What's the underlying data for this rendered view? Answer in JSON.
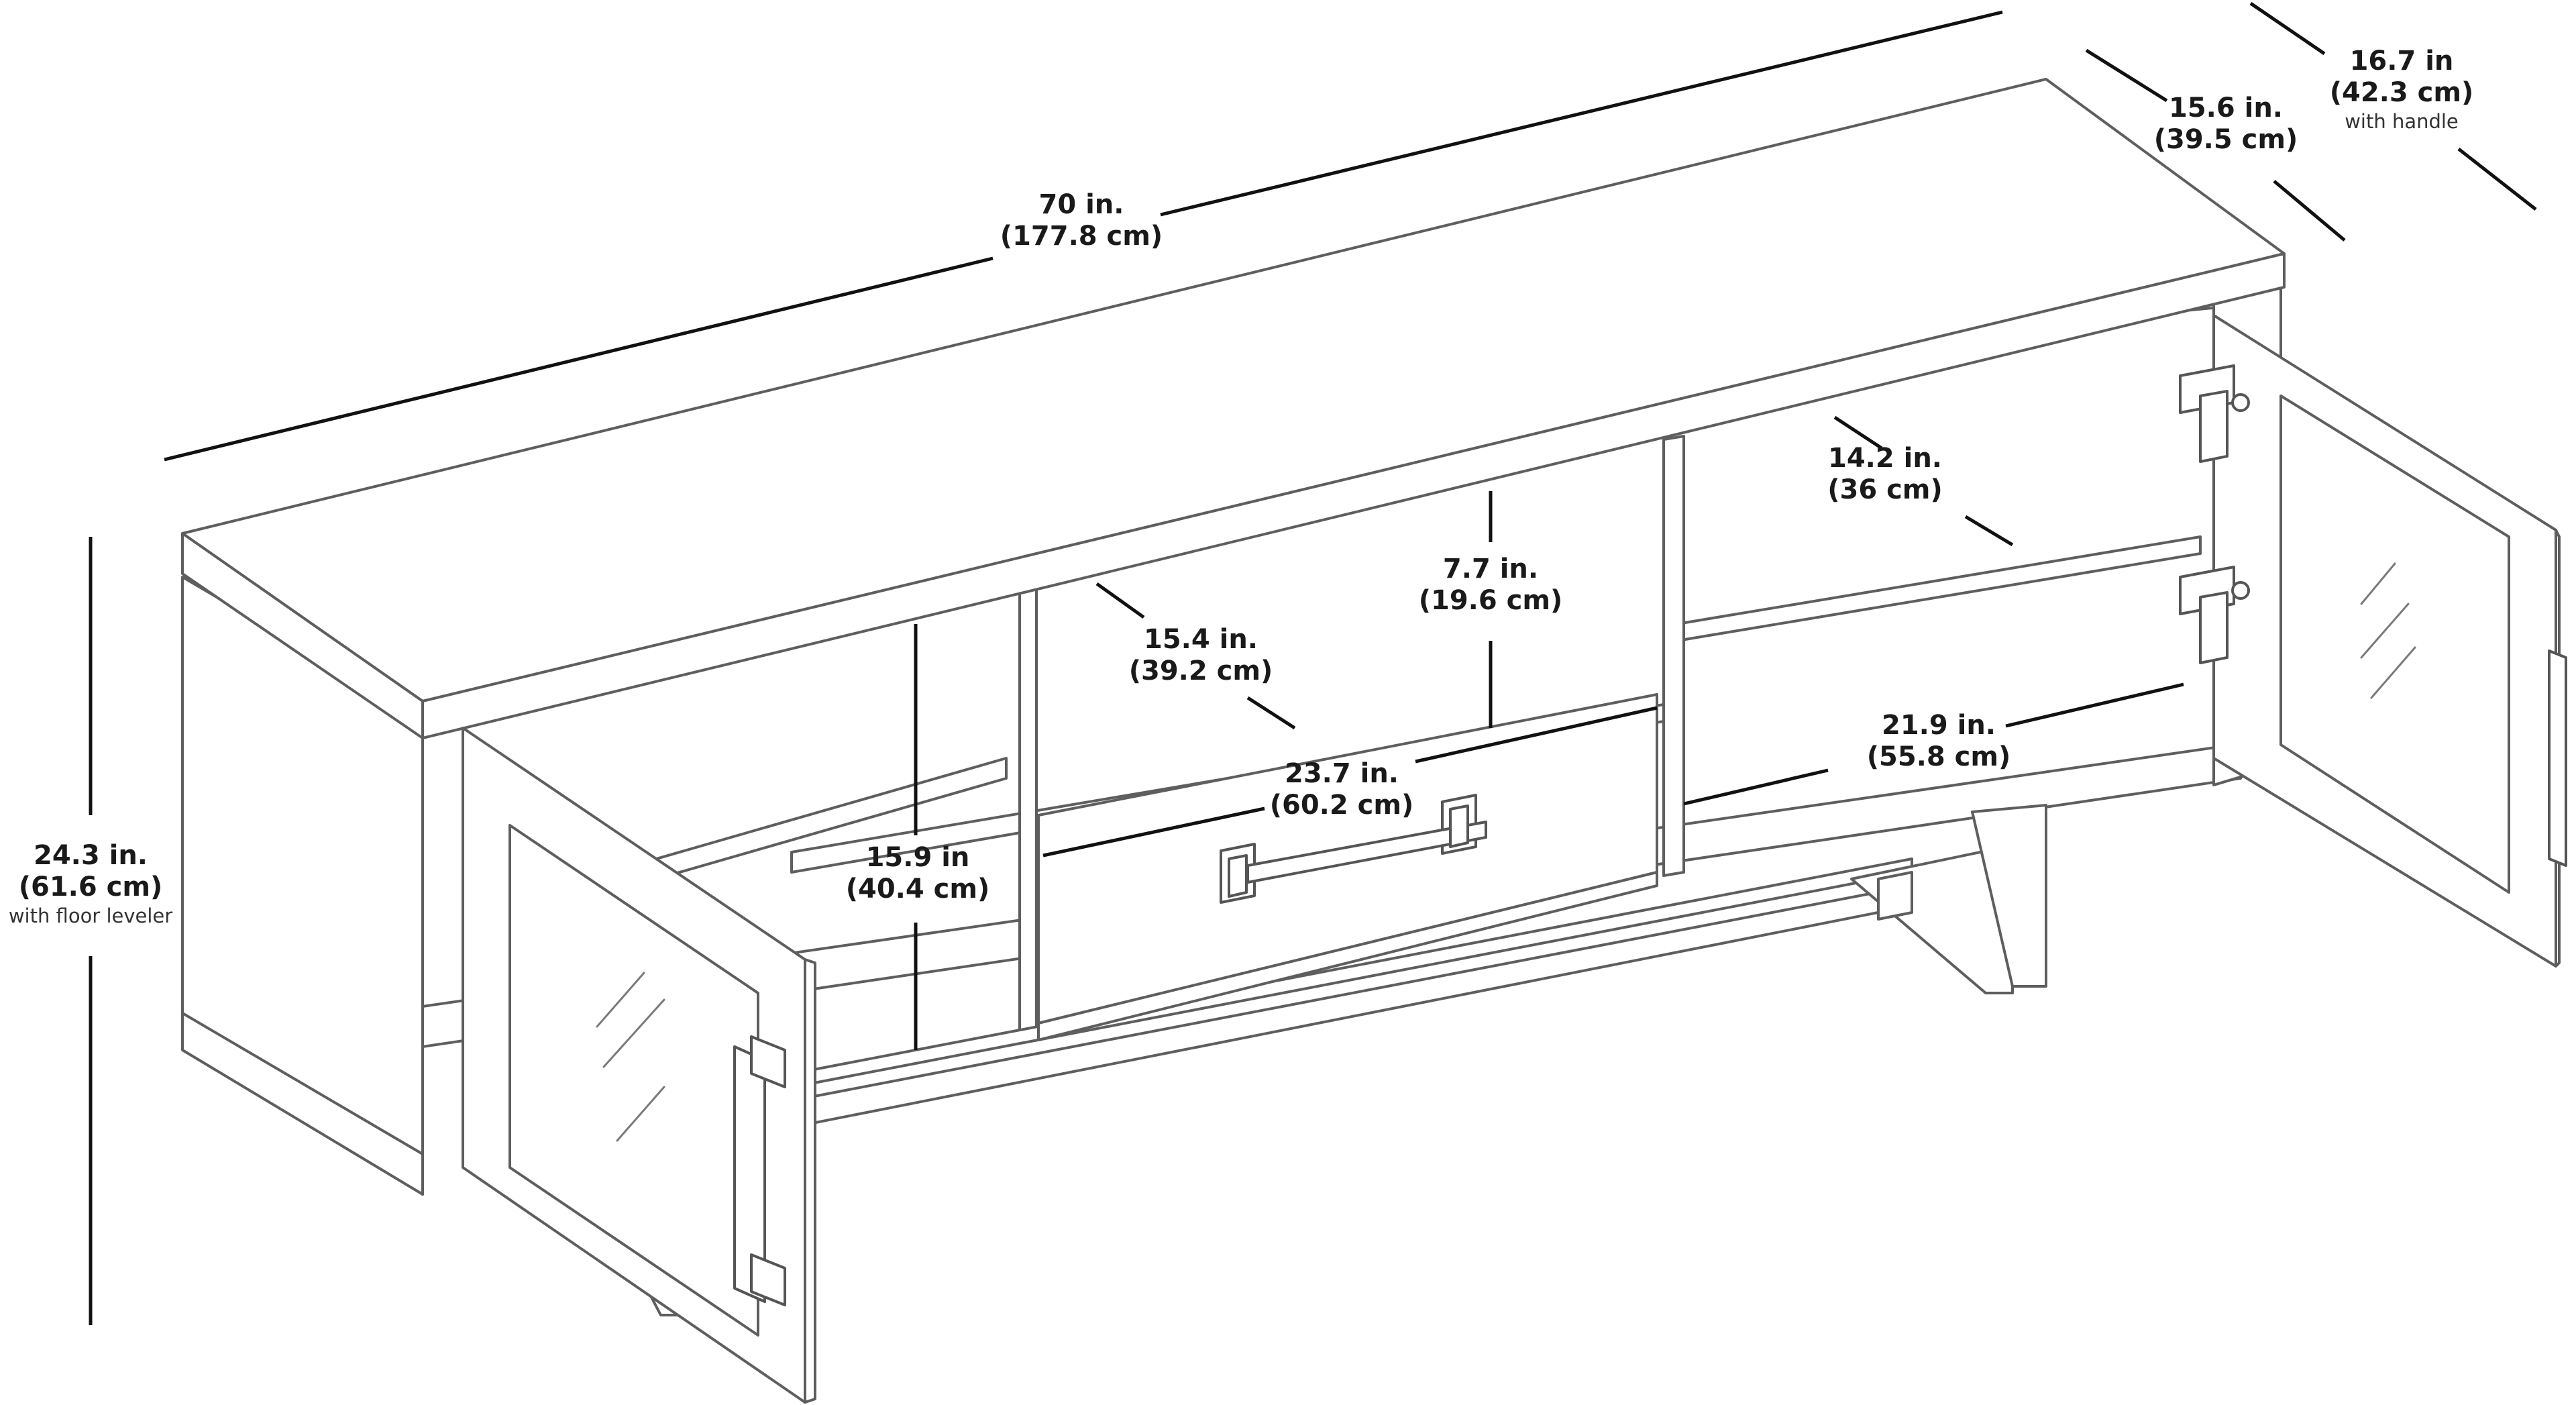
{
  "dimensions": {
    "width": {
      "line1": "70 in.",
      "line2": "(177.8 cm)"
    },
    "depth": {
      "line1": "15.6 in.",
      "line2": "(39.5 cm)"
    },
    "depth_handle": {
      "line1": "16.7 in",
      "line2": "(42.3 cm)",
      "note": "with handle"
    },
    "height": {
      "line1": "24.3 in.",
      "line2": "(61.6 cm)",
      "note": "with floor leveler"
    },
    "right_depth": {
      "line1": "14.2 in.",
      "line2": "(36 cm)"
    },
    "shelf_height": {
      "line1": "7.7 in.",
      "line2": "(19.6 cm)"
    },
    "center_depth": {
      "line1": "15.4 in.",
      "line2": "(39.2 cm)"
    },
    "drawer_width": {
      "line1": "23.7 in.",
      "line2": "(60.2 cm)"
    },
    "right_width": {
      "line1": "21.9 in.",
      "line2": "(55.8 cm)"
    },
    "left_height": {
      "line1": "15.9 in",
      "line2": "(40.4 cm)"
    }
  }
}
